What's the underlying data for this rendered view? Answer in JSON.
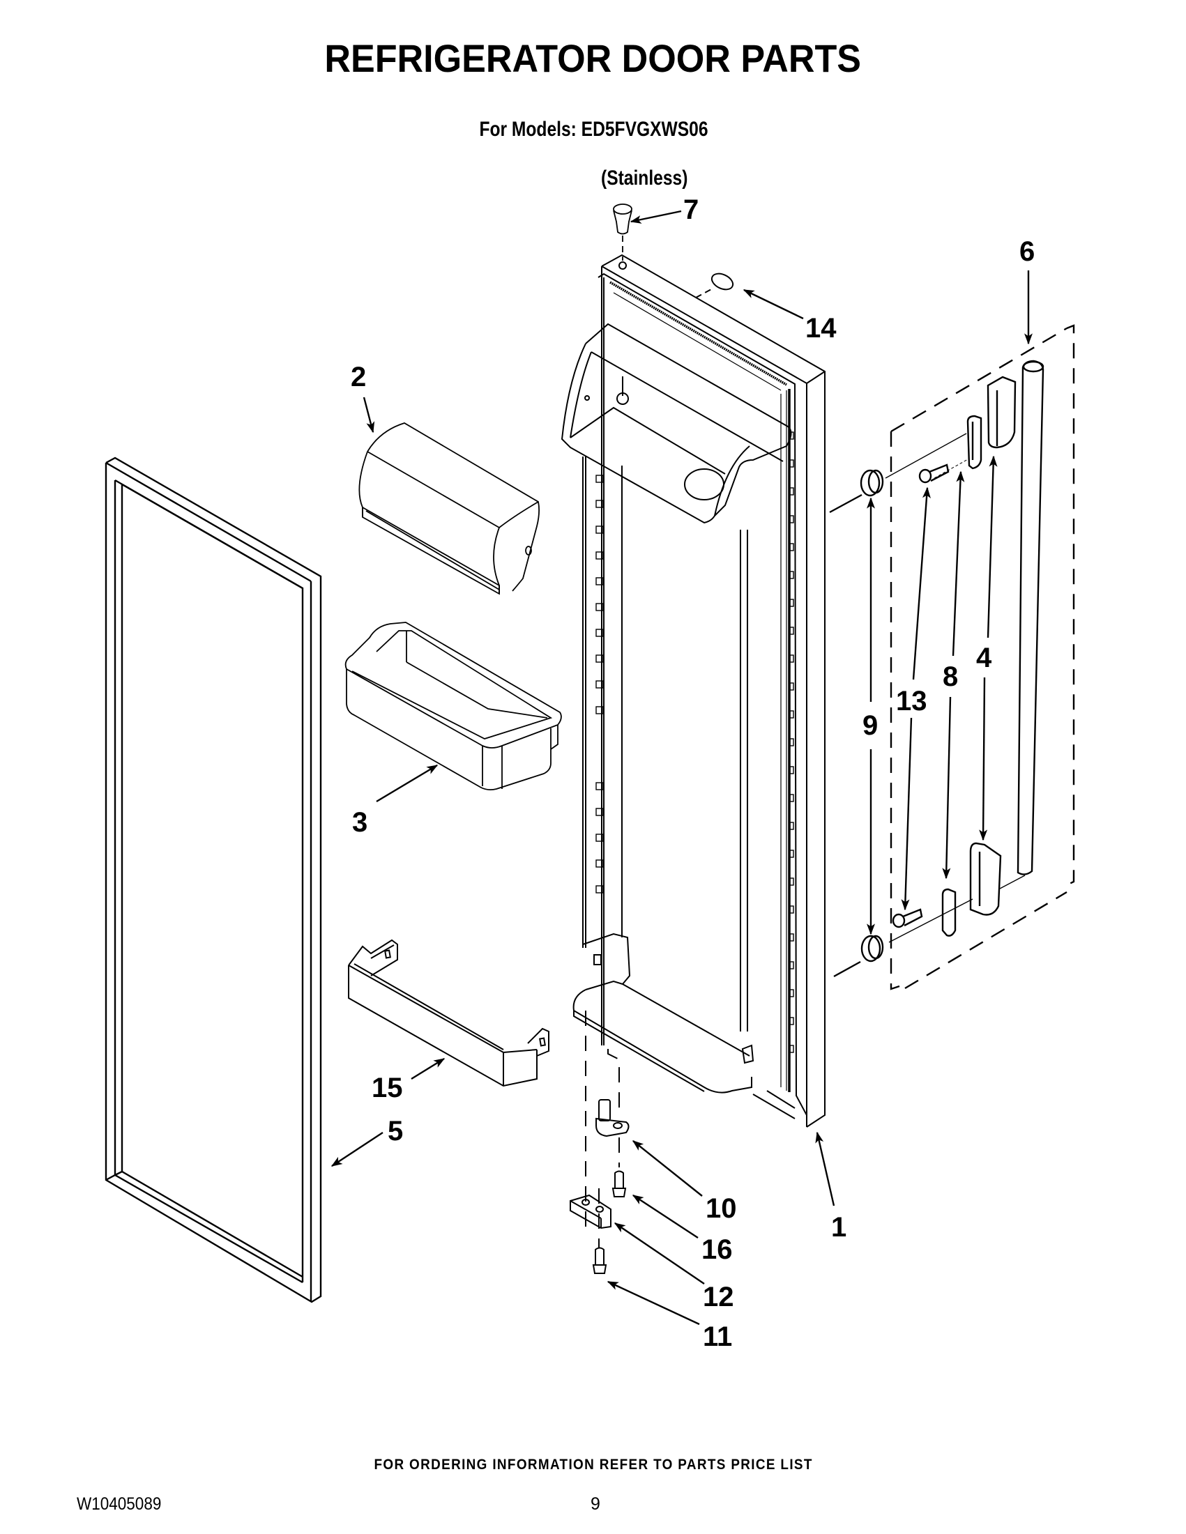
{
  "header": {
    "title": "REFRIGERATOR DOOR PARTS",
    "models_line": "For Models: ED5FVGXWS06",
    "finish": "(Stainless)"
  },
  "diagram": {
    "callouts": [
      {
        "id": "1",
        "label": "1",
        "part": "refrigerator-door"
      },
      {
        "id": "2",
        "label": "2",
        "part": "dairy-bin-cover"
      },
      {
        "id": "3",
        "label": "3",
        "part": "door-bin"
      },
      {
        "id": "4",
        "label": "4",
        "part": "handle-end-cap"
      },
      {
        "id": "5",
        "label": "5",
        "part": "door-gasket"
      },
      {
        "id": "6",
        "label": "6",
        "part": "handle-assembly"
      },
      {
        "id": "7",
        "label": "7",
        "part": "door-plug"
      },
      {
        "id": "8",
        "label": "8",
        "part": "handle-bracket"
      },
      {
        "id": "9",
        "label": "9",
        "part": "handle-mounting-stud"
      },
      {
        "id": "10",
        "label": "10",
        "part": "hinge-pin"
      },
      {
        "id": "11",
        "label": "11",
        "part": "hinge-screw"
      },
      {
        "id": "12",
        "label": "12",
        "part": "door-stop"
      },
      {
        "id": "13",
        "label": "13",
        "part": "handle-screw"
      },
      {
        "id": "14",
        "label": "14",
        "part": "hole-plug"
      },
      {
        "id": "15",
        "label": "15",
        "part": "door-shelf"
      },
      {
        "id": "16",
        "label": "16",
        "part": "stop-screw"
      }
    ]
  },
  "footer": {
    "ordering_note": "FOR ORDERING INFORMATION REFER TO PARTS PRICE LIST",
    "document_number": "W10405089",
    "page_number": "9"
  }
}
